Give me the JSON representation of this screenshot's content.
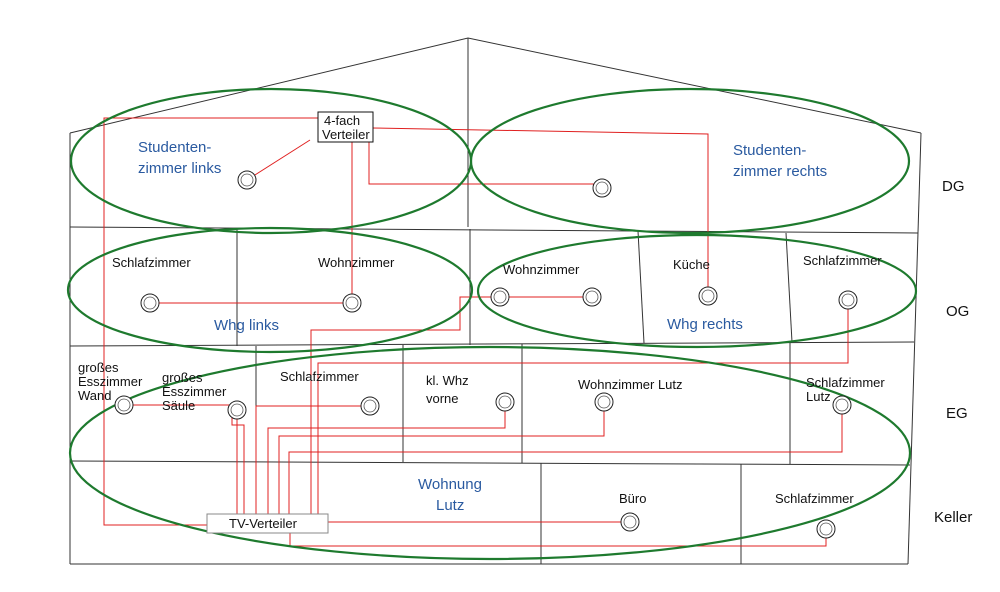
{
  "zones": {
    "studentenzimmer_links": [
      "Studenten-",
      "zimmer links"
    ],
    "studentenzimmer_rechts": [
      "Studenten-",
      "zimmer rechts"
    ],
    "whg_links": "Whg links",
    "whg_rechts": "Whg rechts",
    "wohnung_lutz": [
      "Wohnung",
      "Lutz"
    ]
  },
  "floors": {
    "dg": "DG",
    "og": "OG",
    "eg": "EG",
    "keller": "Keller"
  },
  "distributors": {
    "four_fach": [
      "4-fach",
      "Verteiler"
    ],
    "tv": "TV-Verteiler"
  },
  "rooms": {
    "og_schlafzimmer_links": "Schlafzimmer",
    "og_wohnzimmer_links": "Wohnzimmer",
    "og_wohnzimmer_rechts": "Wohnzimmer",
    "og_kueche": "Küche",
    "og_schlafzimmer_rechts": "Schlafzimmer",
    "eg_grosses_esszimmer_wand": [
      "großes",
      "Esszimmer",
      "Wand"
    ],
    "eg_grosses_esszimmer_saeule": [
      "großes",
      "Esszimmer",
      "Säule"
    ],
    "eg_schlafzimmer": "Schlafzimmer",
    "eg_kl_whz": [
      "kl. Whz",
      "vorne"
    ],
    "eg_wohnzimmer_lutz": "Wohnzimmer Lutz",
    "eg_schlafzimmer_lutz": [
      "Schlafzimmer",
      "Lutz"
    ],
    "keller_buero": "Büro",
    "keller_schlafzimmer": "Schlafzimmer"
  },
  "colors": {
    "cable": "#e02020",
    "group_outline": "#1e7a2e",
    "zone_text": "#2a5aa0",
    "walls": "#333333"
  }
}
